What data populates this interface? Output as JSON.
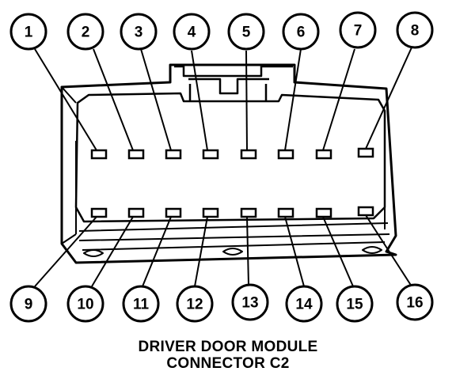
{
  "caption": {
    "line1": "DRIVER DOOR MODULE",
    "line2": "CONNECTOR C2"
  },
  "pins": {
    "top_row": [
      "1",
      "2",
      "3",
      "4",
      "5",
      "6",
      "7",
      "8"
    ],
    "bottom_row": [
      "9",
      "10",
      "11",
      "12",
      "13",
      "14",
      "15",
      "16"
    ]
  }
}
